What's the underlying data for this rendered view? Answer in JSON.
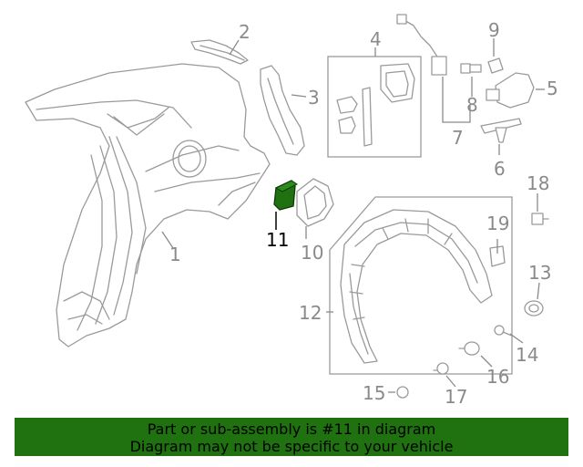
{
  "diagram": {
    "highlighted_part": "11",
    "highlight_color": "#1f720f",
    "callouts": {
      "c1": "1",
      "c2": "2",
      "c3": "3",
      "c4": "4",
      "c5": "5",
      "c6": "6",
      "c7": "7",
      "c8": "8",
      "c9": "9",
      "c10": "10",
      "c11": "11",
      "c12": "12",
      "c13": "13",
      "c14": "14",
      "c15": "15",
      "c16": "16",
      "c17": "17",
      "c18": "18",
      "c19": "19"
    }
  },
  "banner": {
    "line1": "Part or sub-assembly is #11 in diagram",
    "line2": "Diagram may not be specific to your vehicle",
    "background": "#1f720f"
  }
}
